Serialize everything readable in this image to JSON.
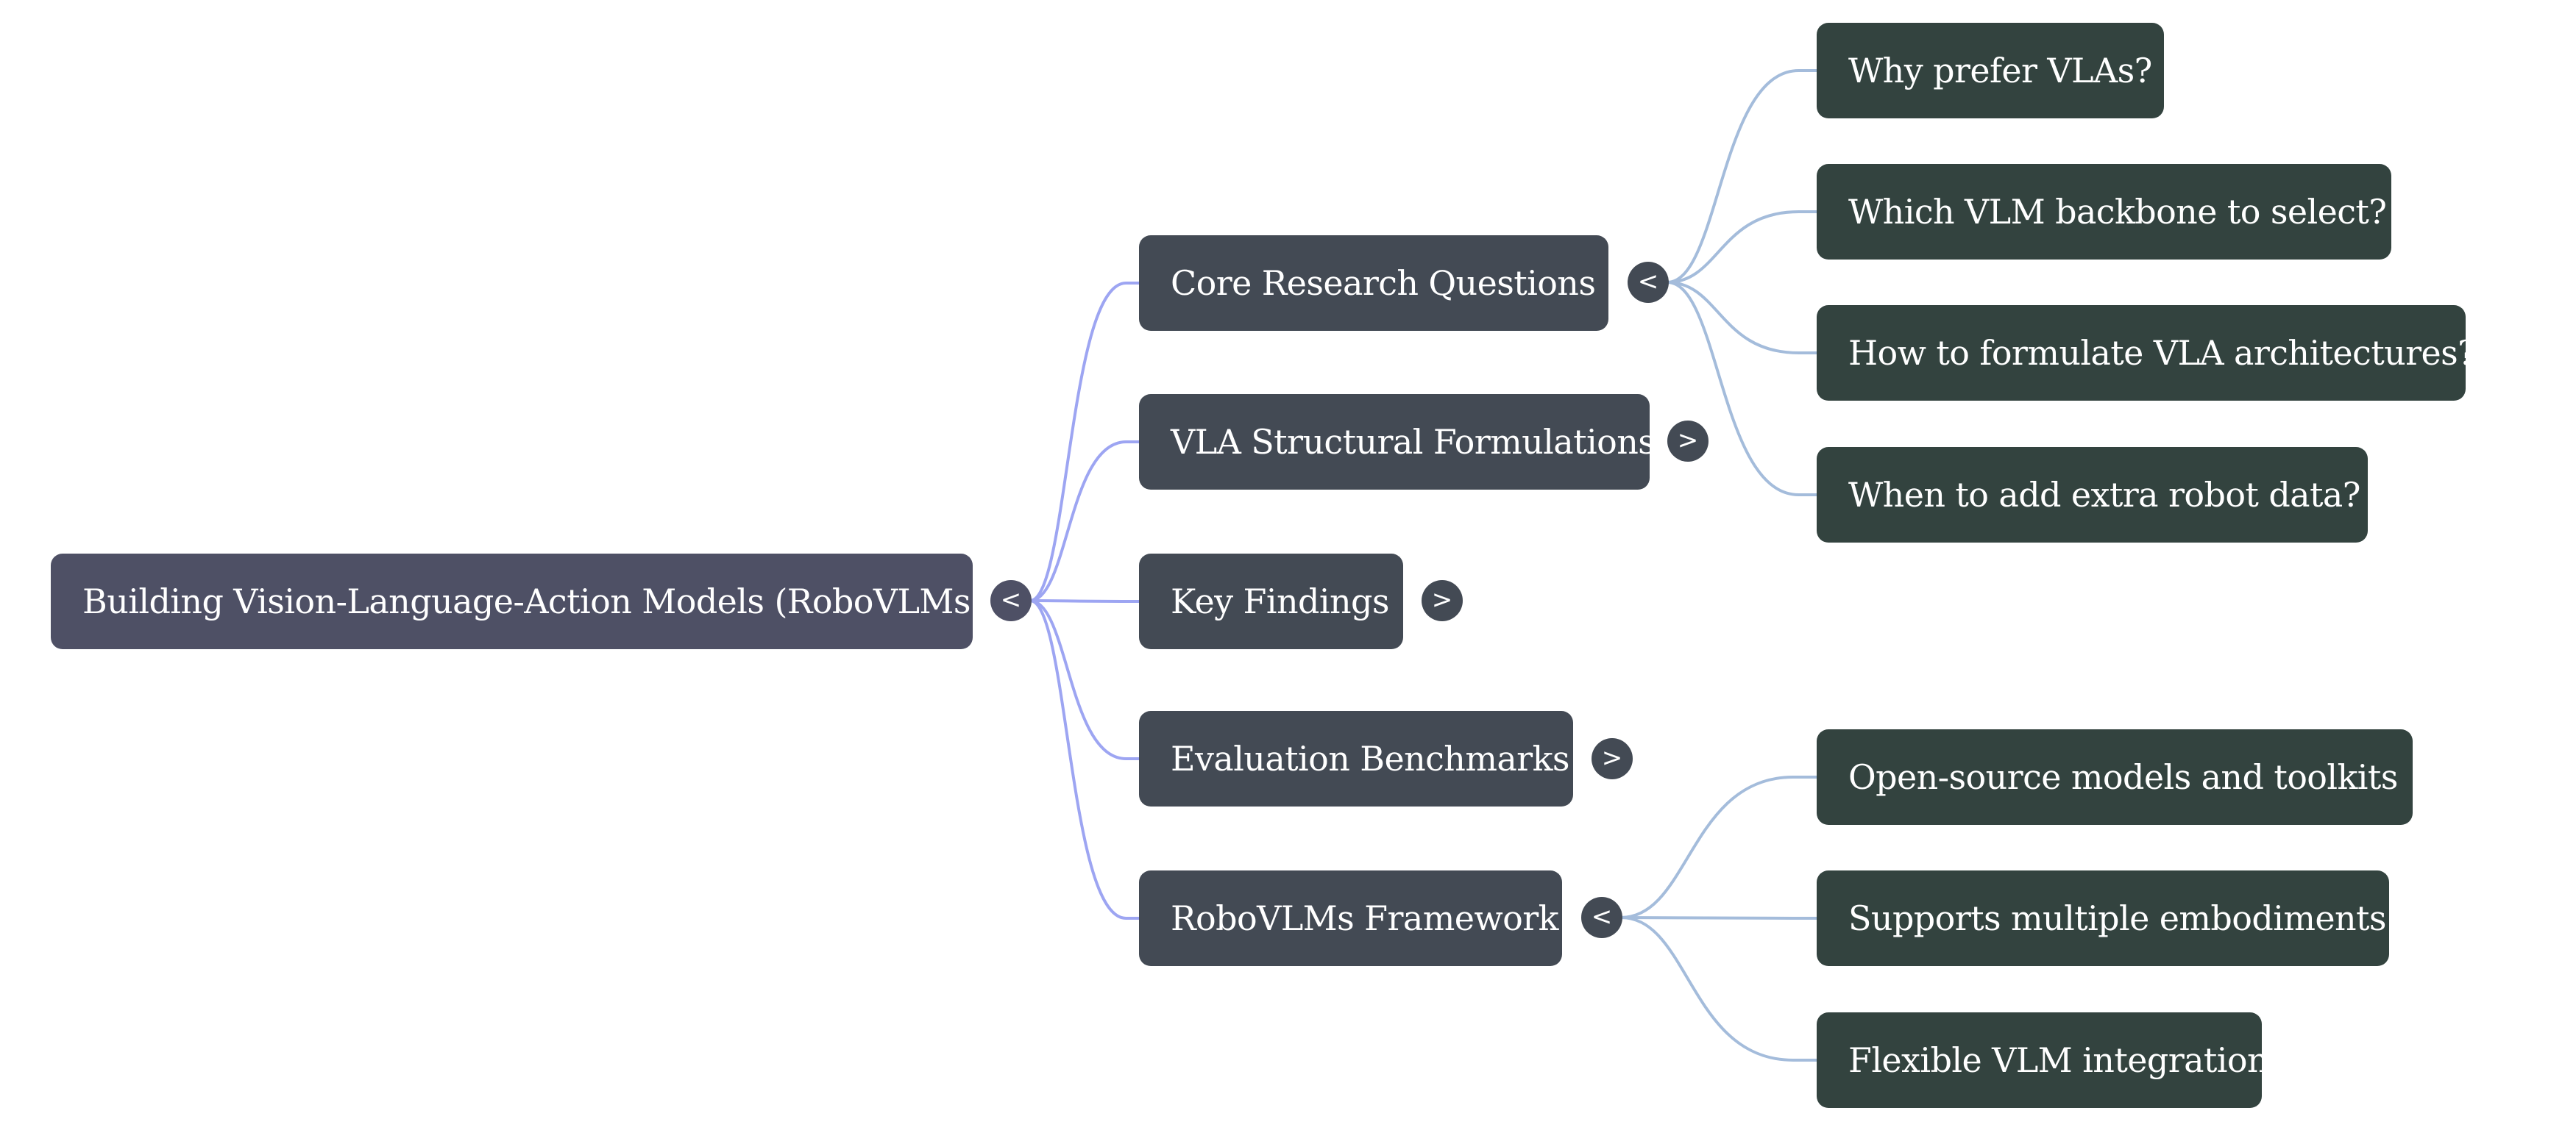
{
  "mindmap": {
    "title": "Building Vision-Language-Action Models (RoboVLMs)",
    "colors": {
      "root_node": "#4e5065",
      "branch_node": "#434a54",
      "leaf_node": "#33433f",
      "root_link": "#9da5f2",
      "branch_link": "#a4bcdb",
      "text": "#ffffff"
    },
    "root": {
      "label": "Building Vision-Language-Action Models (RoboVLMs)",
      "toggle": "<",
      "expanded": true
    },
    "branches": [
      {
        "label": "Core Research Questions",
        "toggle": "<",
        "expanded": true,
        "children": [
          "Why prefer VLAs?",
          "Which VLM backbone to select?",
          "How to formulate VLA architectures?",
          "When to add extra robot data?"
        ]
      },
      {
        "label": "VLA Structural Formulations",
        "toggle": ">",
        "expanded": false,
        "children": []
      },
      {
        "label": "Key Findings",
        "toggle": ">",
        "expanded": false,
        "children": []
      },
      {
        "label": "Evaluation Benchmarks",
        "toggle": ">",
        "expanded": false,
        "children": []
      },
      {
        "label": "RoboVLMs Framework",
        "toggle": "<",
        "expanded": true,
        "children": [
          "Open-source models and toolkits",
          "Supports multiple embodiments",
          "Flexible VLM integration"
        ]
      }
    ]
  }
}
